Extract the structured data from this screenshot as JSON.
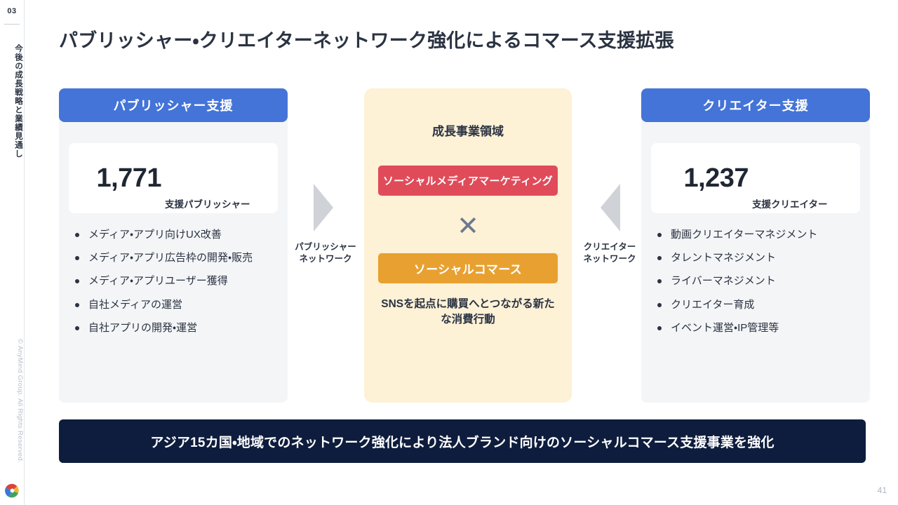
{
  "rail": {
    "number": "03",
    "section_label": "今後の成長戦略と業績見通し",
    "copyright": "© AnyMind Group. All Rights Reserved.",
    "logo_name": "anymind-logo"
  },
  "title": "パブリッシャー・クリエイターネットワーク強化によるコマース支援拡張",
  "left_panel": {
    "header": "パブリッシャー支援",
    "stat_number": "1,771",
    "stat_label": "支援パブリッシャー",
    "bullets": [
      "メディア・アプリ向けUX改善",
      "メディア・アプリ広告枠の開発・販売",
      "メディア・アプリユーザー獲得",
      "自社メディアの運営",
      "自社アプリの開発・運営"
    ]
  },
  "center_panel": {
    "heading": "成長事業領域",
    "tag_marketing": "ソーシャルメディアマーケティング",
    "cross_symbol": "✕",
    "tag_commerce": "ソーシャルコマース",
    "caption": "SNSを起点に購買へとつながる新たな消費行動"
  },
  "right_panel": {
    "header": "クリエイター支援",
    "stat_number": "1,237",
    "stat_label": "支援クリエイター",
    "bullets": [
      "動画クリエイターマネジメント",
      "タレントマネジメント",
      "ライバーマネジメント",
      "クリエイター育成",
      "イベント運営・IP管理等"
    ]
  },
  "arrows": {
    "left_label": "パブリッシャー\nネットワーク",
    "left_label_line1": "パブリッシャー",
    "left_label_line2": "ネットワーク",
    "right_label_line1": "クリエイター",
    "right_label_line2": "ネットワーク"
  },
  "banner": "アジア15カ国・地域でのネットワーク強化により法人ブランド向けのソーシャルコマース支援事業を強化",
  "page_number": "41",
  "colors": {
    "accent_blue": "#4474d8",
    "navy": "#0e1d3d",
    "red": "#e04b5a",
    "orange": "#e8a130",
    "cream": "#fdf1d6",
    "panel_gray": "#f3f5f7",
    "arrow_gray": "#cfd3d8",
    "text": "#2b3342"
  }
}
